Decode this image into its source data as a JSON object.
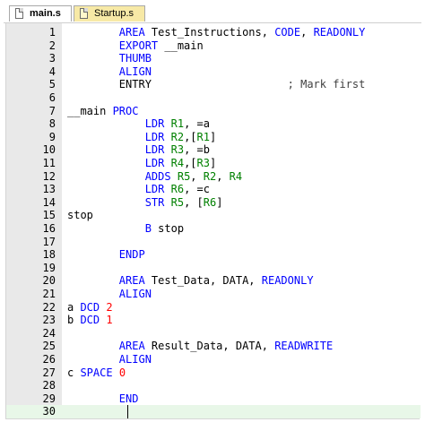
{
  "tabs": [
    {
      "label": "main.s",
      "active": true
    },
    {
      "label": "Startup.s",
      "active": false
    }
  ],
  "lines": [
    {
      "n": "1",
      "tokens": [
        [
          "",
          "        "
        ],
        [
          "kw",
          "AREA"
        ],
        [
          "",
          " Test_Instructions, "
        ],
        [
          "kw",
          "CODE"
        ],
        [
          "",
          ", "
        ],
        [
          "kw",
          "READONLY"
        ]
      ]
    },
    {
      "n": "2",
      "tokens": [
        [
          "",
          "        "
        ],
        [
          "kw",
          "EXPORT"
        ],
        [
          "",
          " __main"
        ]
      ]
    },
    {
      "n": "3",
      "tokens": [
        [
          "",
          "        "
        ],
        [
          "kw",
          "THUMB"
        ]
      ]
    },
    {
      "n": "4",
      "tokens": [
        [
          "",
          "        "
        ],
        [
          "kw",
          "ALIGN"
        ]
      ]
    },
    {
      "n": "5",
      "tokens": [
        [
          "",
          "        ENTRY                     "
        ],
        [
          "cm",
          "; Mark first"
        ]
      ]
    },
    {
      "n": "6",
      "tokens": []
    },
    {
      "n": "7",
      "tokens": [
        [
          "",
          "__main "
        ],
        [
          "kw",
          "PROC"
        ]
      ]
    },
    {
      "n": "8",
      "tokens": [
        [
          "",
          "            "
        ],
        [
          "kw",
          "LDR"
        ],
        [
          "",
          " "
        ],
        [
          "reg",
          "R1"
        ],
        [
          "",
          ", =a"
        ]
      ]
    },
    {
      "n": "9",
      "tokens": [
        [
          "",
          "            "
        ],
        [
          "kw",
          "LDR"
        ],
        [
          "",
          " "
        ],
        [
          "reg",
          "R2"
        ],
        [
          "",
          ",["
        ],
        [
          "reg",
          "R1"
        ],
        [
          "",
          "]"
        ]
      ]
    },
    {
      "n": "10",
      "tokens": [
        [
          "",
          "            "
        ],
        [
          "kw",
          "LDR"
        ],
        [
          "",
          " "
        ],
        [
          "reg",
          "R3"
        ],
        [
          "",
          ", =b"
        ]
      ]
    },
    {
      "n": "11",
      "tokens": [
        [
          "",
          "            "
        ],
        [
          "kw",
          "LDR"
        ],
        [
          "",
          " "
        ],
        [
          "reg",
          "R4"
        ],
        [
          "",
          ",["
        ],
        [
          "reg",
          "R3"
        ],
        [
          "",
          "]"
        ]
      ]
    },
    {
      "n": "12",
      "tokens": [
        [
          "",
          "            "
        ],
        [
          "kw",
          "ADDS"
        ],
        [
          "",
          " "
        ],
        [
          "reg",
          "R5"
        ],
        [
          "",
          ", "
        ],
        [
          "reg",
          "R2"
        ],
        [
          "",
          ", "
        ],
        [
          "reg",
          "R4"
        ]
      ]
    },
    {
      "n": "13",
      "tokens": [
        [
          "",
          "            "
        ],
        [
          "kw",
          "LDR"
        ],
        [
          "",
          " "
        ],
        [
          "reg",
          "R6"
        ],
        [
          "",
          ", =c"
        ]
      ]
    },
    {
      "n": "14",
      "tokens": [
        [
          "",
          "            "
        ],
        [
          "kw",
          "STR"
        ],
        [
          "",
          " "
        ],
        [
          "reg",
          "R5"
        ],
        [
          "",
          ", ["
        ],
        [
          "reg",
          "R6"
        ],
        [
          "",
          "]"
        ]
      ]
    },
    {
      "n": "15",
      "tokens": [
        [
          "",
          "stop"
        ]
      ]
    },
    {
      "n": "16",
      "tokens": [
        [
          "",
          "            "
        ],
        [
          "kw",
          "B"
        ],
        [
          "",
          " stop"
        ]
      ]
    },
    {
      "n": "17",
      "tokens": []
    },
    {
      "n": "18",
      "tokens": [
        [
          "",
          "        "
        ],
        [
          "kw",
          "ENDP"
        ]
      ]
    },
    {
      "n": "19",
      "tokens": []
    },
    {
      "n": "20",
      "tokens": [
        [
          "",
          "        "
        ],
        [
          "kw",
          "AREA"
        ],
        [
          "",
          " Test_Data, DATA, "
        ],
        [
          "kw",
          "READONLY"
        ]
      ]
    },
    {
      "n": "21",
      "tokens": [
        [
          "",
          "        "
        ],
        [
          "kw",
          "ALIGN"
        ]
      ]
    },
    {
      "n": "22",
      "tokens": [
        [
          "",
          "a "
        ],
        [
          "kw",
          "DCD"
        ],
        [
          "",
          " "
        ],
        [
          "num",
          "2"
        ]
      ]
    },
    {
      "n": "23",
      "tokens": [
        [
          "",
          "b "
        ],
        [
          "kw",
          "DCD"
        ],
        [
          "",
          " "
        ],
        [
          "num",
          "1"
        ]
      ]
    },
    {
      "n": "24",
      "tokens": []
    },
    {
      "n": "25",
      "tokens": [
        [
          "",
          "        "
        ],
        [
          "kw",
          "AREA"
        ],
        [
          "",
          " Result_Data, DATA, "
        ],
        [
          "kw",
          "READWRITE"
        ]
      ]
    },
    {
      "n": "26",
      "tokens": [
        [
          "",
          "        "
        ],
        [
          "kw",
          "ALIGN"
        ]
      ]
    },
    {
      "n": "27",
      "tokens": [
        [
          "",
          "c "
        ],
        [
          "kw",
          "SPACE"
        ],
        [
          "",
          " "
        ],
        [
          "num",
          "0"
        ]
      ]
    },
    {
      "n": "28",
      "tokens": []
    },
    {
      "n": "29",
      "tokens": [
        [
          "",
          "        "
        ],
        [
          "kw",
          "END"
        ]
      ]
    },
    {
      "n": "30",
      "tokens": []
    }
  ],
  "current_line": "30",
  "colors": {
    "keyword": "#0000ff",
    "register": "#008000",
    "number": "#ff0000",
    "current_line_bg": "#e8f7e8"
  }
}
